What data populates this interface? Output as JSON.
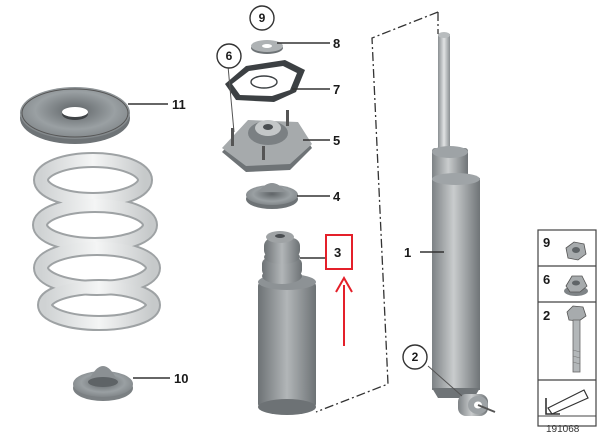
{
  "callouts": {
    "shock_absorber": "1",
    "hex_bolt": "2",
    "bump_stop": "3",
    "protective_cap": "4",
    "support_bearing": "5",
    "nut_6": "6",
    "gasket": "7",
    "washer": "8",
    "nut_9": "9",
    "lower_spring_pad": "10",
    "upper_spring_pad": "11"
  },
  "legend": {
    "items": [
      "9",
      "6",
      "2"
    ]
  },
  "diagram_id": "191068",
  "colors": {
    "highlight": "#e4202a",
    "part_grey": "#a9adaf",
    "part_dark": "#6e7376",
    "spring_fill": "#e2e4e5"
  }
}
